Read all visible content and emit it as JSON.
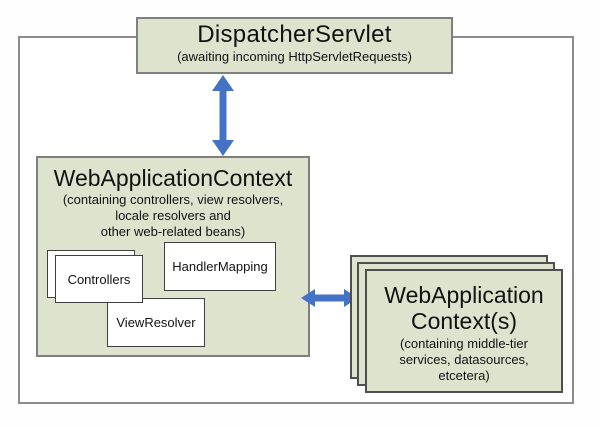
{
  "diagram": {
    "dispatcher_servlet": {
      "title": "DispatcherServlet",
      "subtitle": "(awaiting incoming HttpServletRequests)"
    },
    "web_application_context": {
      "title": "WebApplicationContext",
      "subtitle_lines": [
        "(containing controllers, view resolvers,",
        "locale resolvers and",
        "other web-related beans)"
      ],
      "beans": {
        "controllers": "Controllers",
        "handler_mapping": "HandlerMapping",
        "view_resolver": "ViewResolver"
      }
    },
    "middle_tier_contexts": {
      "title_lines": [
        "WebApplication",
        "Context(s)"
      ],
      "subtitle_lines": [
        "(containing middle-tier",
        "services, datasources,",
        "etcetera)"
      ]
    },
    "colors": {
      "box_fill": "#dde3cd",
      "box_border": "#7f7f7f",
      "stack_border": "#4f4f4f",
      "frame_border": "#8c8c8c",
      "arrow_blue": "#4472c4"
    }
  }
}
